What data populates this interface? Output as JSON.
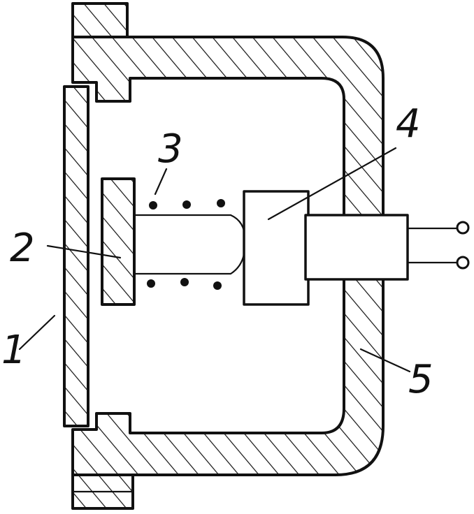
{
  "labels": {
    "part_1": "1",
    "part_2": "2",
    "part_3": "3",
    "part_4": "4",
    "part_5": "5"
  },
  "colors": {
    "ink": "#111111",
    "background": "#ffffff"
  }
}
